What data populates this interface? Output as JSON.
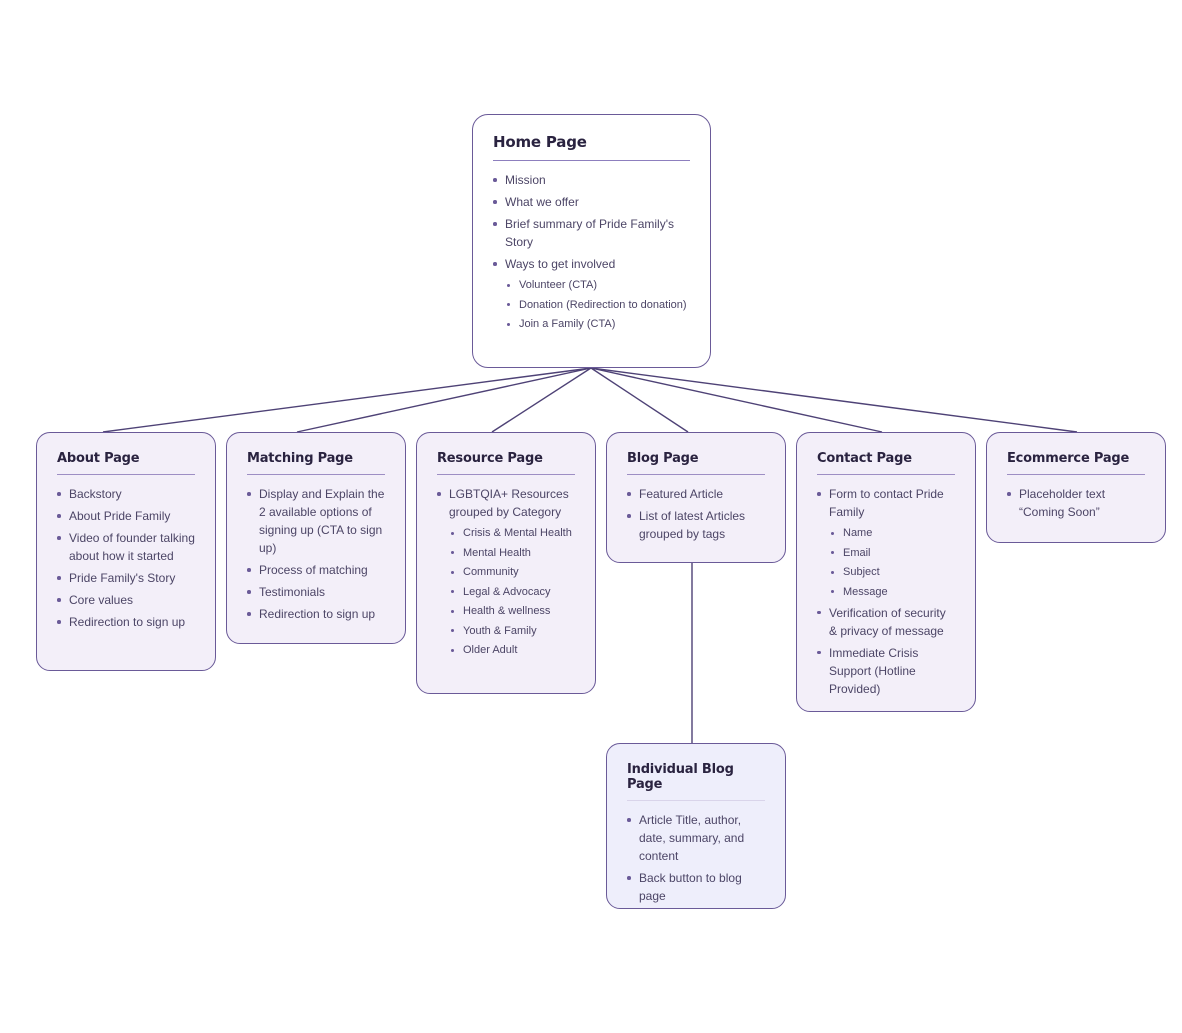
{
  "colors": {
    "border": "#6a5a98",
    "node_fill": "#f3eff9",
    "home_fill": "#ffffff",
    "detail_fill": "#eeeefb",
    "connector": "#4e4276",
    "title_text": "#2a2340",
    "body_text": "#4c4566"
  },
  "nodes": {
    "home": {
      "title": "Home Page",
      "items": [
        {
          "text": "Mission"
        },
        {
          "text": "What we offer"
        },
        {
          "text": "Brief summary of Pride Family's Story"
        },
        {
          "text": "Ways to get involved",
          "sub": [
            "Volunteer (CTA)",
            "Donation (Redirection to donation)",
            "Join a Family (CTA)"
          ]
        }
      ]
    },
    "about": {
      "title": "About Page",
      "items": [
        {
          "text": "Backstory"
        },
        {
          "text": "About Pride Family"
        },
        {
          "text": "Video of founder talking about how it started"
        },
        {
          "text": "Pride Family's Story"
        },
        {
          "text": "Core values"
        },
        {
          "text": "Redirection to sign up"
        }
      ]
    },
    "matching": {
      "title": "Matching Page",
      "items": [
        {
          "text": "Display and Explain the 2 available options of signing up (CTA to sign up)"
        },
        {
          "text": "Process of matching"
        },
        {
          "text": "Testimonials"
        },
        {
          "text": "Redirection to sign up"
        }
      ]
    },
    "resource": {
      "title": "Resource Page",
      "items": [
        {
          "text": "LGBTQIA+ Resources grouped by Category",
          "sub": [
            "Crisis & Mental Health",
            "Mental Health",
            "Community",
            "Legal & Advocacy",
            "Health & wellness",
            "Youth & Family",
            "Older Adult"
          ]
        }
      ]
    },
    "blog": {
      "title": "Blog Page",
      "items": [
        {
          "text": "Featured Article"
        },
        {
          "text": "List of latest Articles grouped by tags"
        }
      ]
    },
    "contact": {
      "title": "Contact Page",
      "items": [
        {
          "text": "Form to contact Pride Family",
          "sub": [
            "Name",
            "Email",
            "Subject",
            "Message"
          ]
        },
        {
          "text": "Verification of security & privacy of message"
        },
        {
          "text": "Immediate Crisis Support (Hotline Provided)"
        }
      ]
    },
    "ecommerce": {
      "title": "Ecommerce Page",
      "items": [
        {
          "text": "Placeholder text “Coming Soon”"
        }
      ]
    },
    "individual_blog": {
      "title": "Individual Blog Page",
      "items": [
        {
          "text": "Article Title, author, date, summary, and content"
        },
        {
          "text": "Back button to blog page"
        }
      ]
    }
  }
}
